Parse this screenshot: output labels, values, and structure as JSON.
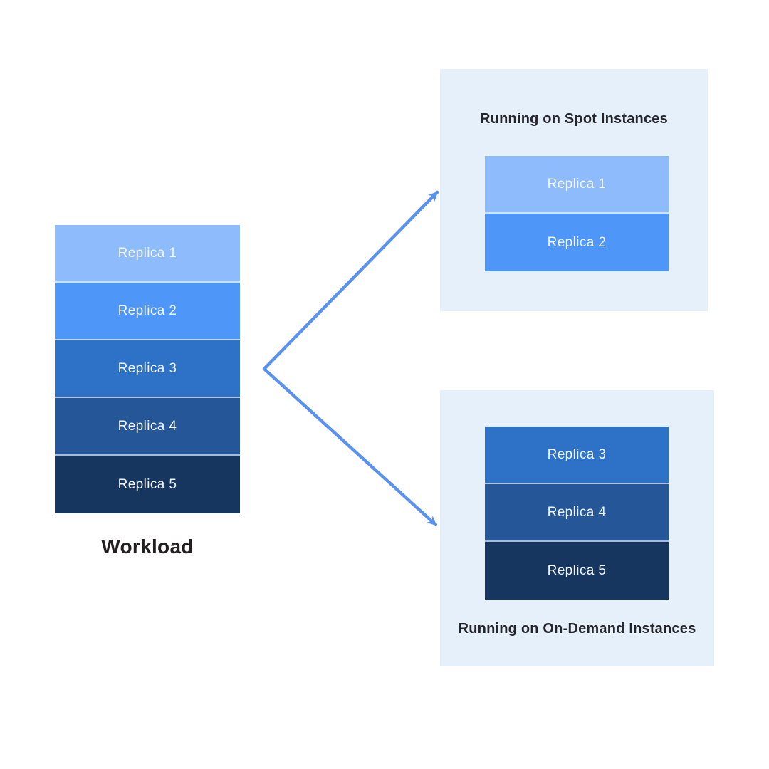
{
  "colors": {
    "replica1": "#8dbbfb",
    "replica2": "#4e96f8",
    "replica3": "#2e72c8",
    "replica4": "#255697",
    "replica5": "#17365f",
    "panel_bg": "#e5f0fb",
    "arrow": "#5b92f0",
    "title_text": "#26252b",
    "replica_text": "#f2f6fd",
    "workload_label_text": "#231f20"
  },
  "workload": {
    "label": "Workload",
    "replicas": [
      {
        "label": "Replica 1",
        "color": "#8dbbfb"
      },
      {
        "label": "Replica 2",
        "color": "#4e96f8"
      },
      {
        "label": "Replica 3",
        "color": "#2e72c8"
      },
      {
        "label": "Replica 4",
        "color": "#255697"
      },
      {
        "label": "Replica 5",
        "color": "#17365f"
      }
    ]
  },
  "spot_panel": {
    "title": "Running on Spot Instances",
    "replicas": [
      {
        "label": "Replica 1",
        "color": "#8dbbfb"
      },
      {
        "label": "Replica 2",
        "color": "#4e96f8"
      }
    ]
  },
  "ondemand_panel": {
    "title": "Running on On-Demand Instances",
    "replicas": [
      {
        "label": "Replica 3",
        "color": "#2e72c8"
      },
      {
        "label": "Replica 4",
        "color": "#255697"
      },
      {
        "label": "Replica 5",
        "color": "#17365f"
      }
    ]
  }
}
